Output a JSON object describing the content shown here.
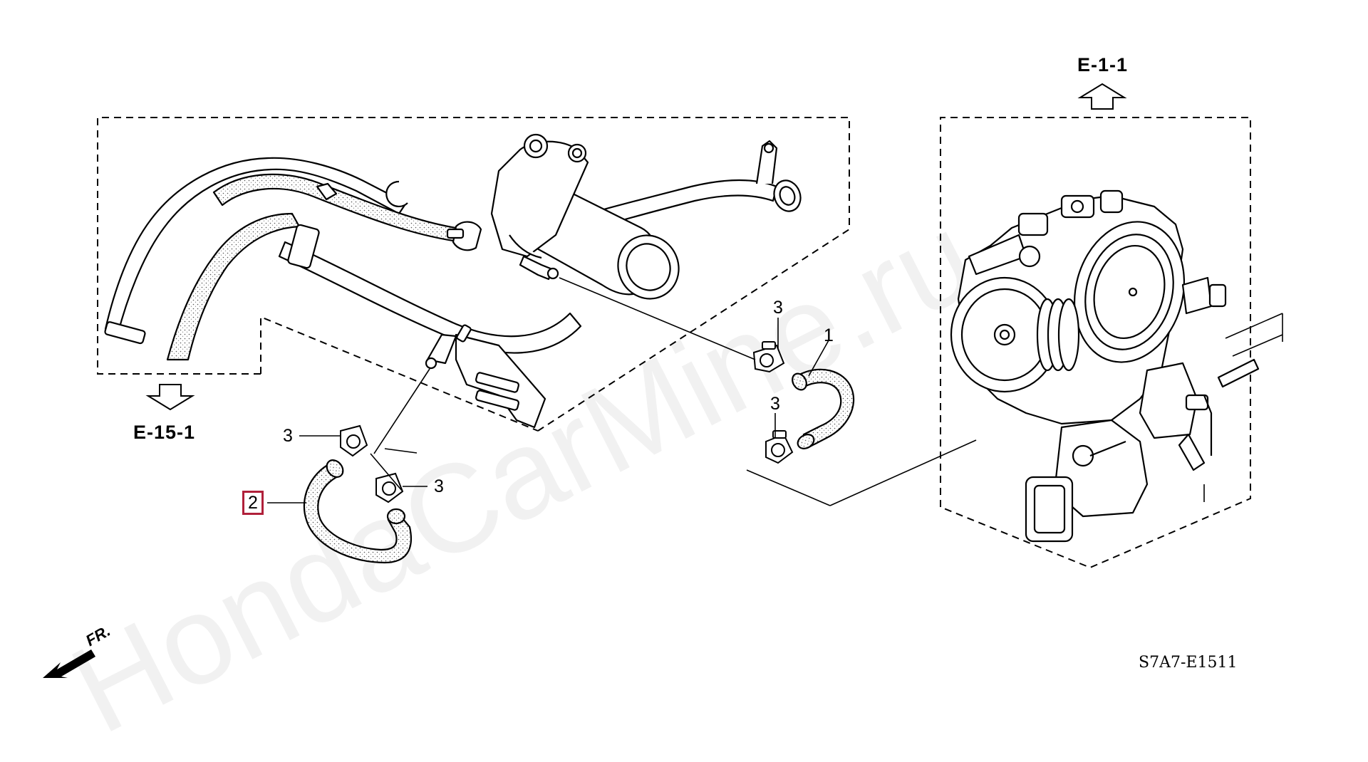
{
  "references": {
    "top_right": "E-1-1",
    "left": "E-15-1"
  },
  "callouts": {
    "part1": "1",
    "part2": "2",
    "part3_top": "3",
    "part3_mid": "3",
    "part3_left": "3",
    "part3_right": "3"
  },
  "direction": {
    "label": "FR."
  },
  "part_code": "S7A7-E1511",
  "watermark": "HondaCarMine.ru",
  "colors": {
    "highlight_box": "#b0203a",
    "lines": "#000000"
  }
}
